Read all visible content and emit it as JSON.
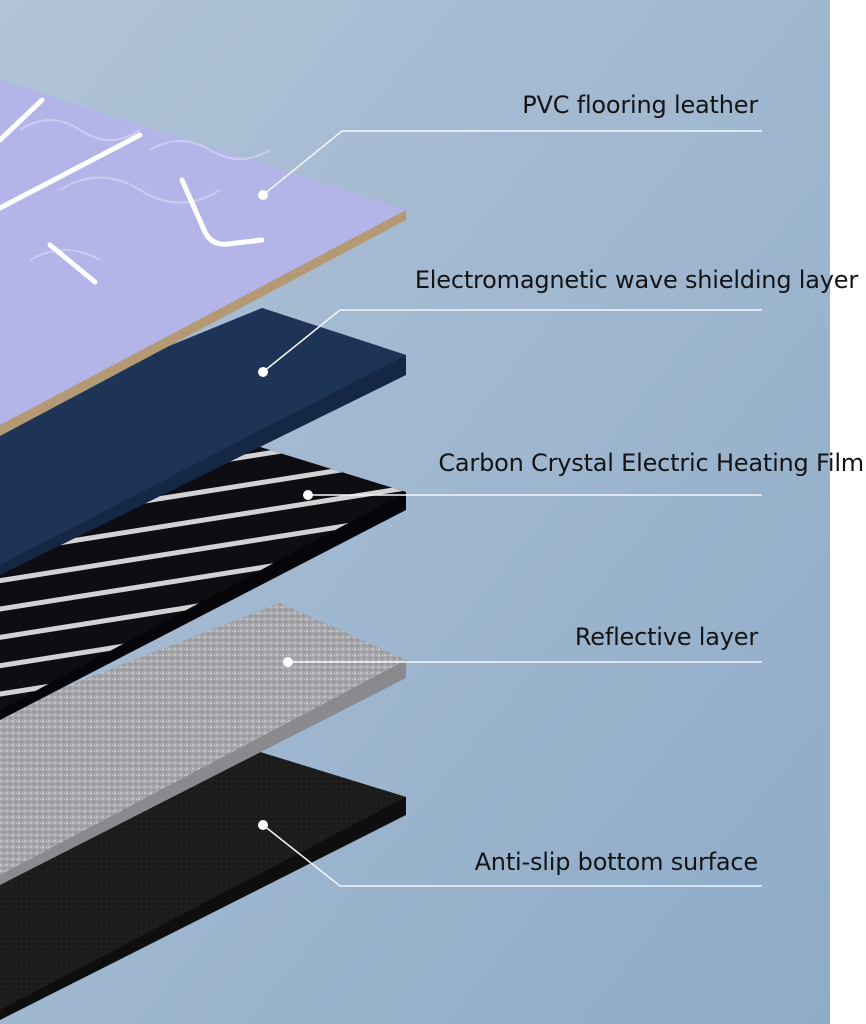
{
  "colors": {
    "background_top": "#a9bdd3",
    "background_bottom": "#94afcb",
    "right_margin": "#ffffff",
    "pvc_layer": "#b3b4e8",
    "pvc_edge": "#b39a74",
    "shielding_layer": "#1e3457",
    "heating_film": "#0d0d12",
    "heating_stripes": "#e8e8ea",
    "reflective_layer": "#a7a6ab",
    "bottom_layer": "#1c1c1c",
    "leader_line": "#f4f6fa",
    "label_text": "#141414"
  },
  "layers": [
    {
      "id": "pvc",
      "label": "PVC flooring leather"
    },
    {
      "id": "shield",
      "label": "Electromagnetic wave shielding layer"
    },
    {
      "id": "heating",
      "label": "Carbon Crystal Electric Heating Film"
    },
    {
      "id": "reflective",
      "label": "Reflective layer"
    },
    {
      "id": "bottom",
      "label": "Anti-slip bottom surface"
    }
  ]
}
